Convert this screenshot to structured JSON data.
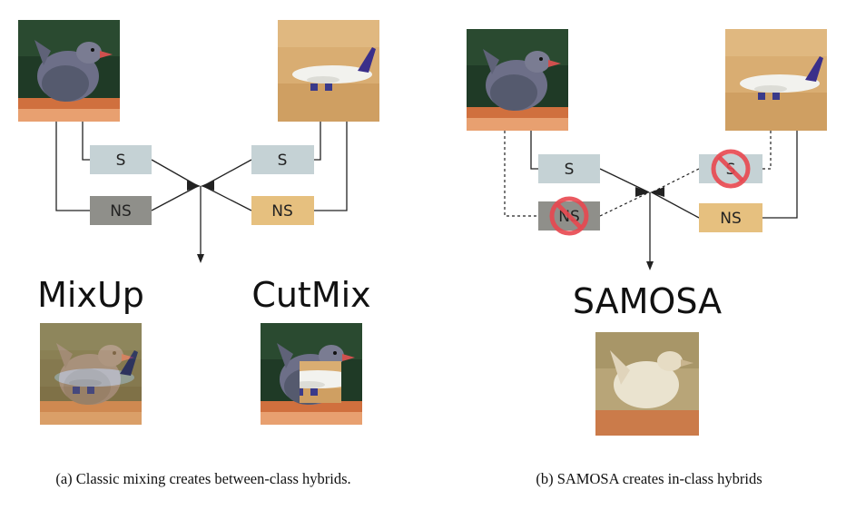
{
  "panel_a": {
    "box_s_left": "S",
    "box_ns_left": "NS",
    "box_s_right": "S",
    "box_ns_right": "NS",
    "title_mixup": "MixUp",
    "title_cutmix": "CutMix",
    "caption": "(a) Classic mixing creates between-class hybrids."
  },
  "panel_b": {
    "box_s_left": "S",
    "box_ns_left": "NS",
    "box_s_right": "S",
    "box_ns_right": "NS",
    "title": "SAMOSA",
    "caption": "(b) SAMOSA creates in-class hybrids"
  },
  "colors": {
    "box_s": "#c5d2d5",
    "box_ns_gray": "#8f8f8a",
    "box_ns_tan": "#e6c07f",
    "prohibit_red": "#e8474f"
  },
  "icons": {
    "bird": "bird-image",
    "plane": "airplane-image",
    "prohibited": "prohibited-sign-icon"
  }
}
